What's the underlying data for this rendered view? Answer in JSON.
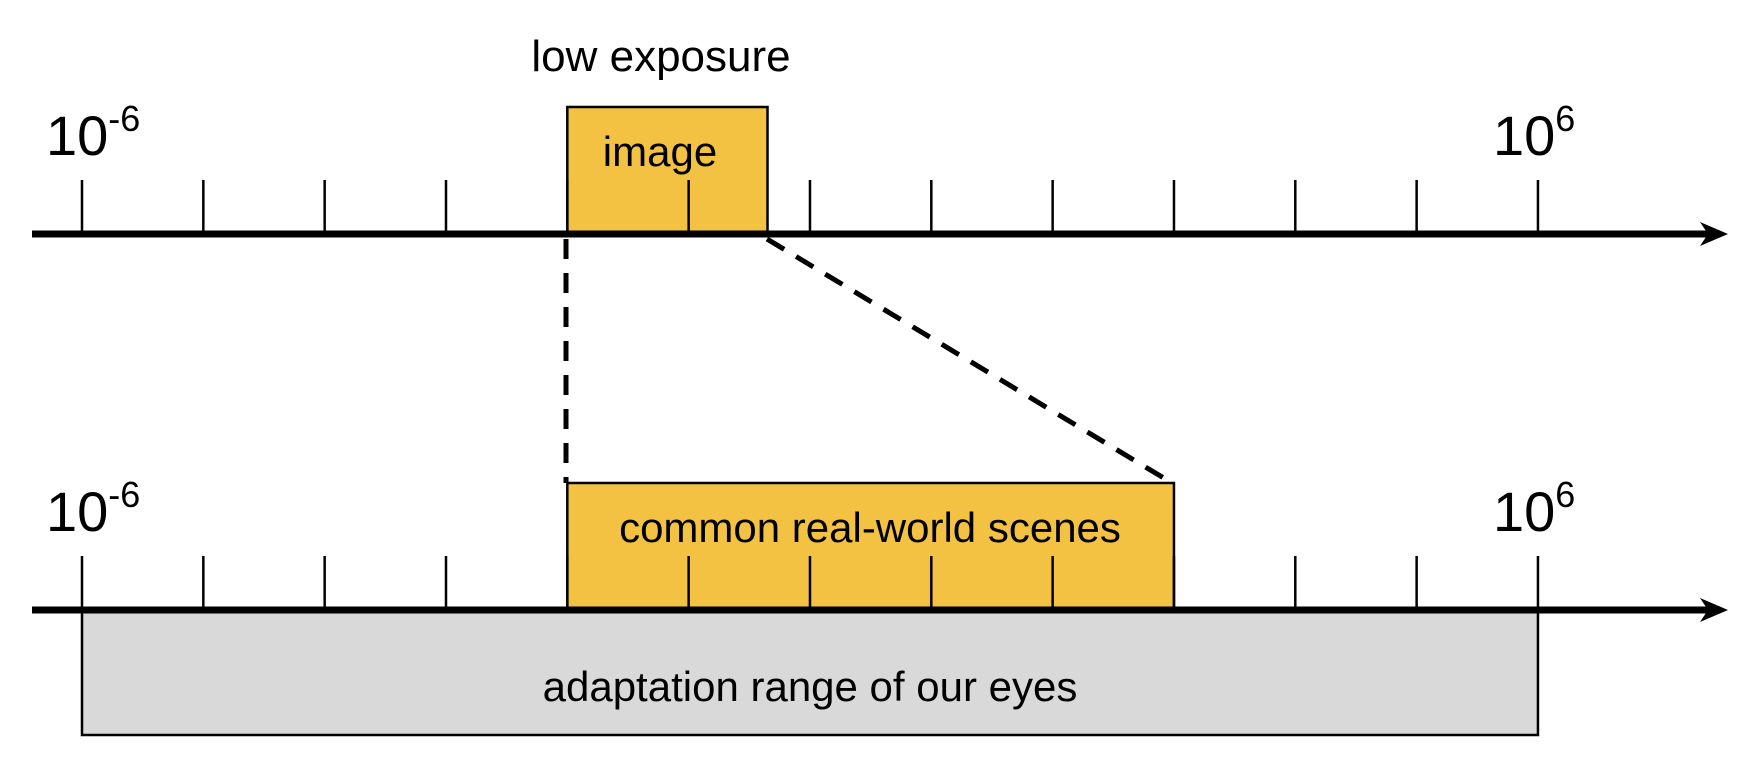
{
  "title": "low exposure",
  "colors": {
    "highlight": "#F4C242",
    "adaptation": "#D9D9D9",
    "stroke": "#000000"
  },
  "axes": {
    "top": {
      "min_label": {
        "base": "10",
        "exp": "-6"
      },
      "max_label": {
        "base": "10",
        "exp": "6"
      },
      "tick_count": 13
    },
    "bottom": {
      "min_label": {
        "base": "10",
        "exp": "-6"
      },
      "max_label": {
        "base": "10",
        "exp": "6"
      },
      "tick_count": 13
    }
  },
  "boxes": {
    "image": {
      "label": "image",
      "from_tick": 4,
      "to_tick": 5.65
    },
    "common": {
      "label": "common real-world scenes",
      "from_tick": 4,
      "to_tick": 9
    },
    "adaptation": {
      "label": "adaptation range of our eyes",
      "from_tick": 0,
      "to_tick": 12
    }
  }
}
